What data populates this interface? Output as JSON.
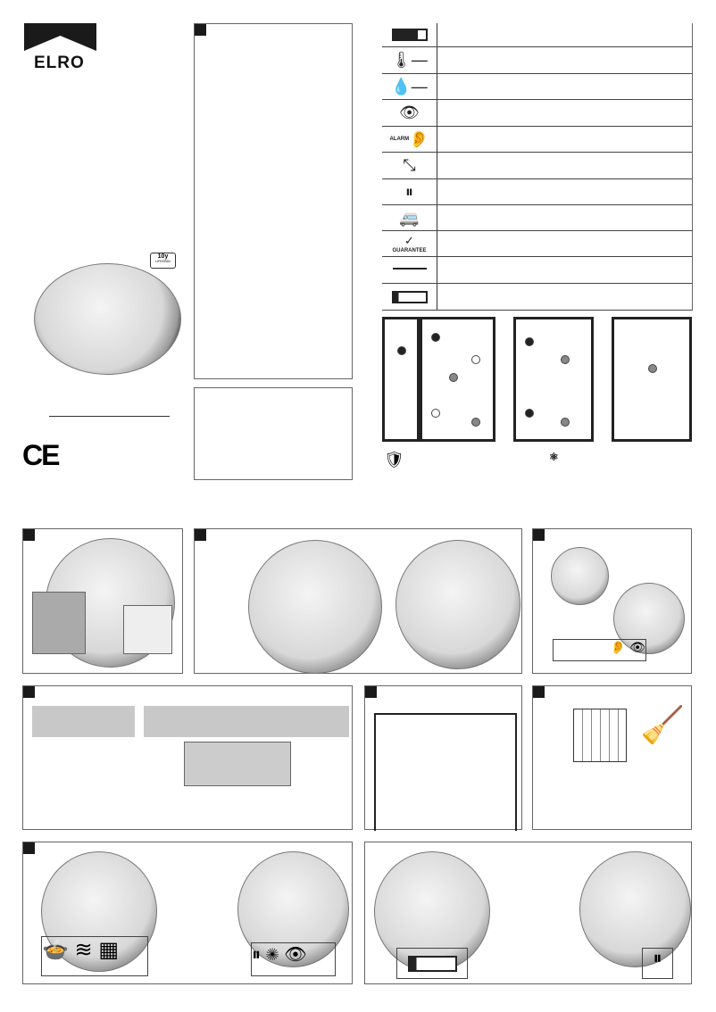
{
  "brand": {
    "logo": "ELRO",
    "lifespan_badge": "10y",
    "lifespan_label": "LIFESPAN",
    "ce_mark": "CE"
  },
  "icon_table": [
    {
      "icon": "battery-full-icon"
    },
    {
      "icon": "thermometer-icon"
    },
    {
      "icon": "humidity-drop-icon"
    },
    {
      "icon": "eye-icon"
    },
    {
      "icon": "alarm-ear-icon",
      "label": "ALARM"
    },
    {
      "icon": "expand-arrows-icon"
    },
    {
      "icon": "pause-button-icon"
    },
    {
      "icon": "caravan-icon"
    },
    {
      "icon": "guarantee-seal-icon",
      "label": "GUARANTEE"
    },
    {
      "icon": "ceiling-mount-icon"
    },
    {
      "icon": "battery-low-icon"
    }
  ],
  "colors": {
    "ink": "#1a1a1a",
    "panel_border": "#666666",
    "detector_grey": "#d8d8d8"
  }
}
